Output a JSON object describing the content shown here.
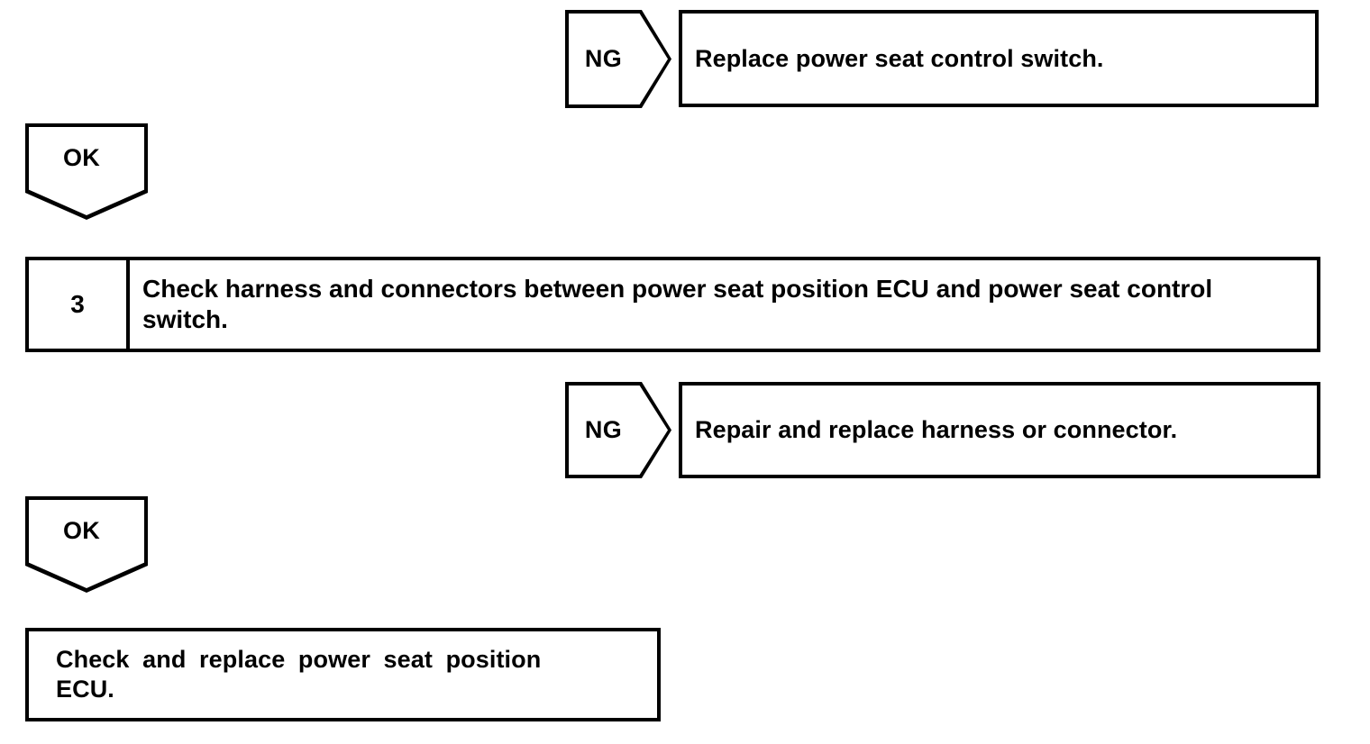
{
  "document": {
    "kind": "troubleshooting-flowchart",
    "ink_color": "#000000",
    "background_color": "#ffffff"
  },
  "nodes": {
    "ng_branch_1": {
      "connector_label": "NG",
      "action_text": "Replace power seat control switch."
    },
    "ok_connector_1": {
      "label": "OK"
    },
    "step_3": {
      "number": "3",
      "text": "Check harness and connectors between power seat position ECU and power seat control switch."
    },
    "ng_branch_2": {
      "connector_label": "NG",
      "action_text": "Repair and replace harness or connector."
    },
    "ok_connector_2": {
      "label": "OK"
    },
    "final_action": {
      "line_1": "Check and replace power seat position",
      "line_2": "ECU."
    }
  }
}
